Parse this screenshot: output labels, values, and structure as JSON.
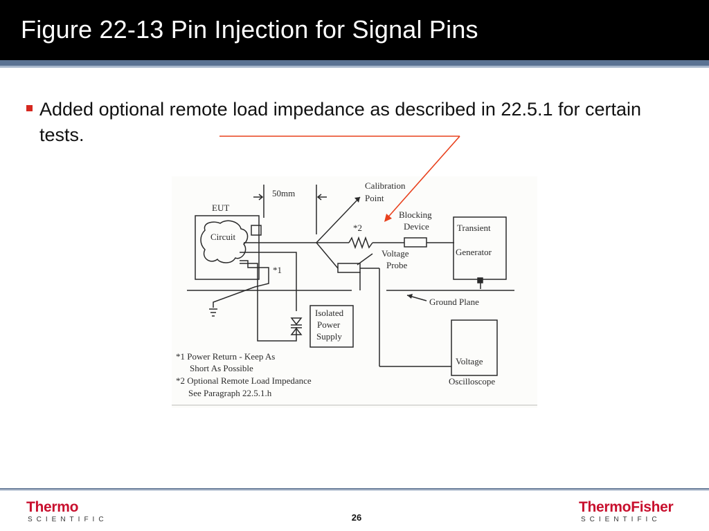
{
  "slide": {
    "title": "Figure 22-13 Pin Injection for Signal Pins",
    "bullet": "Added optional remote load impedance as described in 22.5.1 for certain tests.",
    "page_number": "26"
  },
  "figure": {
    "labels": {
      "distance": "50mm",
      "calibration_line1": "Calibration",
      "calibration_line2": "Point",
      "eut": "EUT",
      "circuit": "Circuit",
      "note_marker_2": "*2",
      "note_marker_1": "*1",
      "blocking_line1": "Blocking",
      "blocking_line2": "Device",
      "transient_line1": "Transient",
      "transient_line2": "Generator",
      "voltage_probe_line1": "Voltage",
      "voltage_probe_line2": "Probe",
      "ground_plane": "Ground Plane",
      "isolated_line1": "Isolated",
      "isolated_line2": "Power",
      "isolated_line3": "Supply",
      "voltage": "Voltage",
      "oscilloscope": "Oscilloscope",
      "note1_line1": "*1 Power Return - Keep As",
      "note1_line2": "Short As Possible",
      "note2_line1": "*2 Optional Remote Load Impedance",
      "note2_line2": "See Paragraph 22.5.1.h"
    }
  },
  "footer": {
    "left_logo": {
      "main": "Thermo",
      "sub": "SCIENTIFIC"
    },
    "right_logo": {
      "main": "ThermoFisher",
      "sub": "SCIENTIFIC"
    }
  },
  "colors": {
    "title_bar": "#000000",
    "bullet_marker": "#d6281f",
    "annotation_arrow": "#e8401c",
    "brand_red": "#c8102e"
  }
}
